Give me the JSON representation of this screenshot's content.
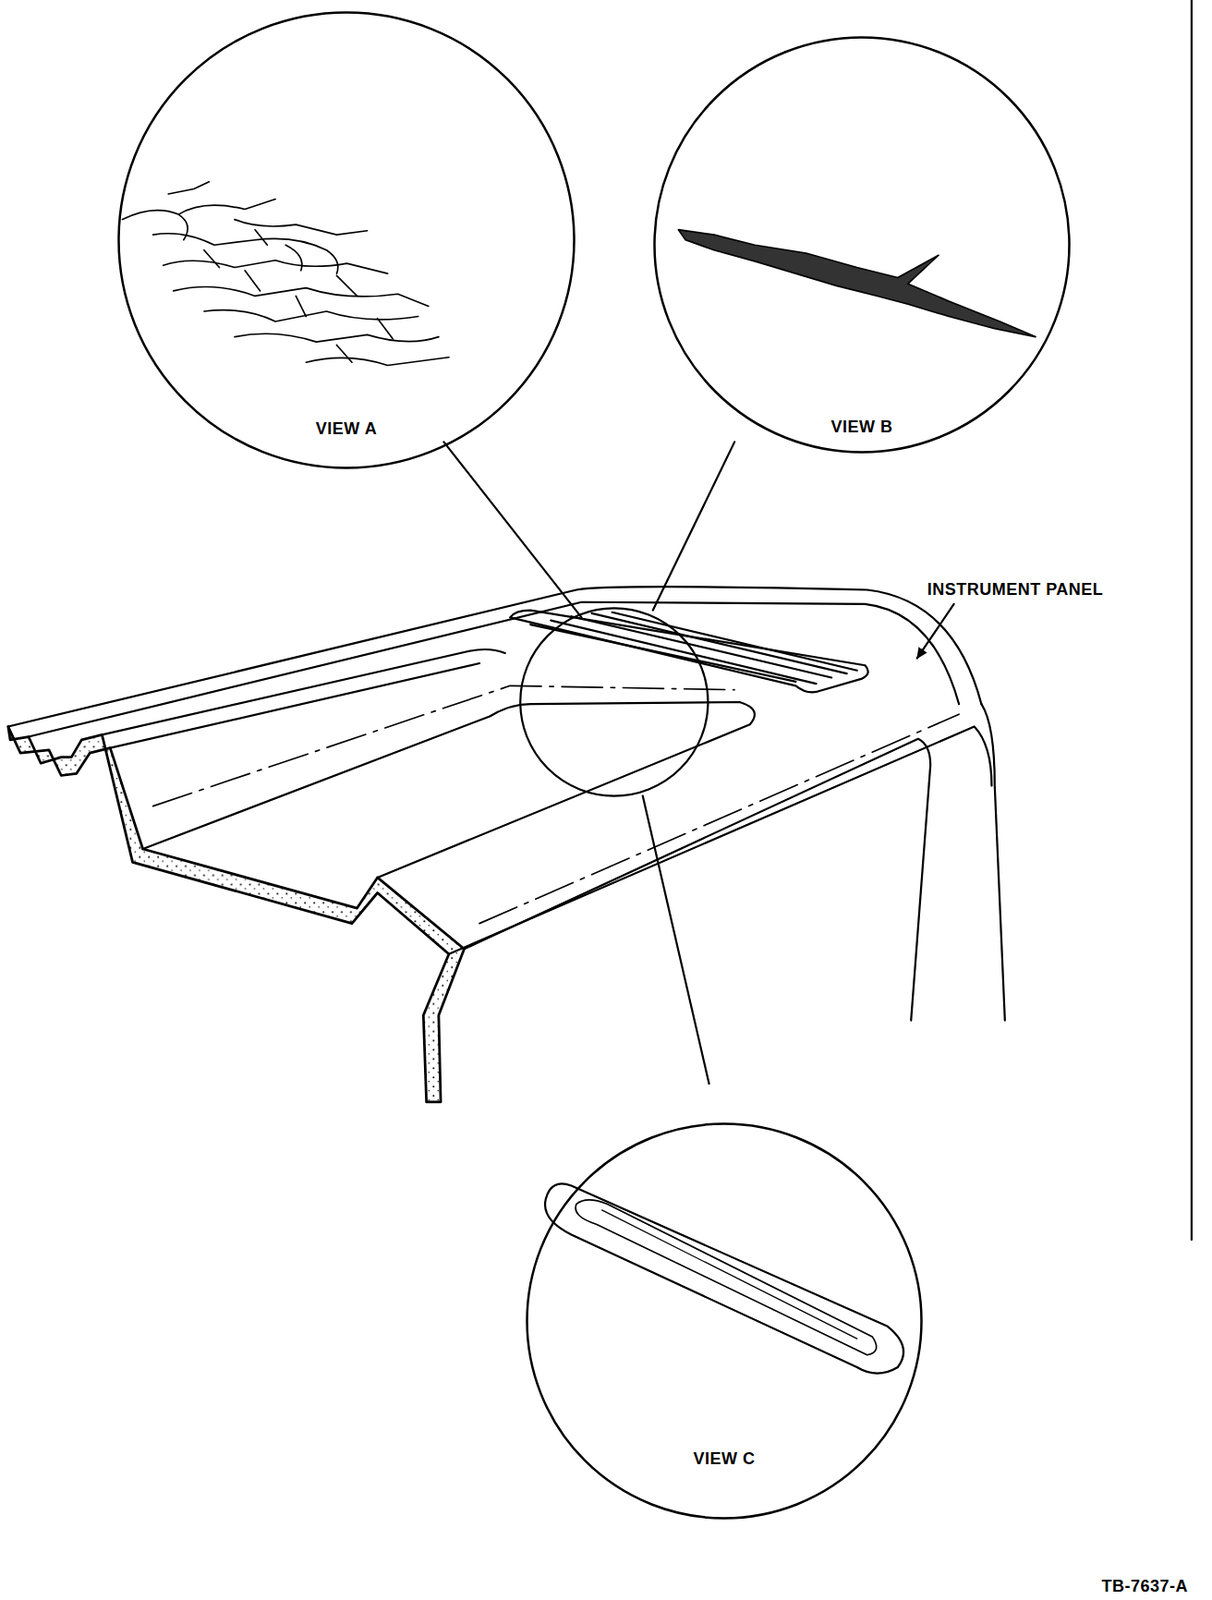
{
  "diagram": {
    "nodes": [
      {
        "text": [
          "VIEW A"
        ]
      },
      {
        "text": [
          "VIEW B"
        ]
      },
      {
        "text": [
          "VIEW C"
        ]
      }
    ],
    "labels": [
      "INSTRUMENT PANEL",
      "TB-7637-A"
    ]
  }
}
